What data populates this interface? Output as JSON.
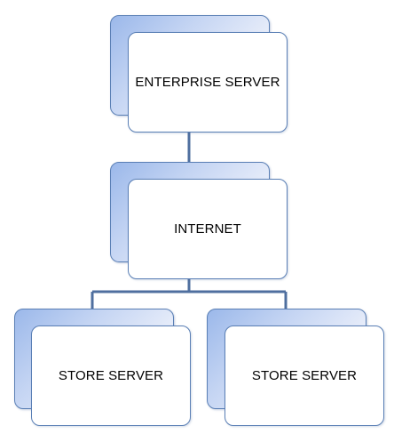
{
  "diagram": {
    "nodes": {
      "enterprise": {
        "label": "ENTERPRISE SERVER"
      },
      "internet": {
        "label": "INTERNET"
      },
      "store_left": {
        "label": "STORE SERVER"
      },
      "store_right": {
        "label": "STORE SERVER"
      }
    },
    "colors": {
      "connector": "#4f6f9f",
      "node_border": "#5a7fb5",
      "back_card_fill": "#9bb8ea",
      "front_card_fill": "#ffffff"
    }
  }
}
